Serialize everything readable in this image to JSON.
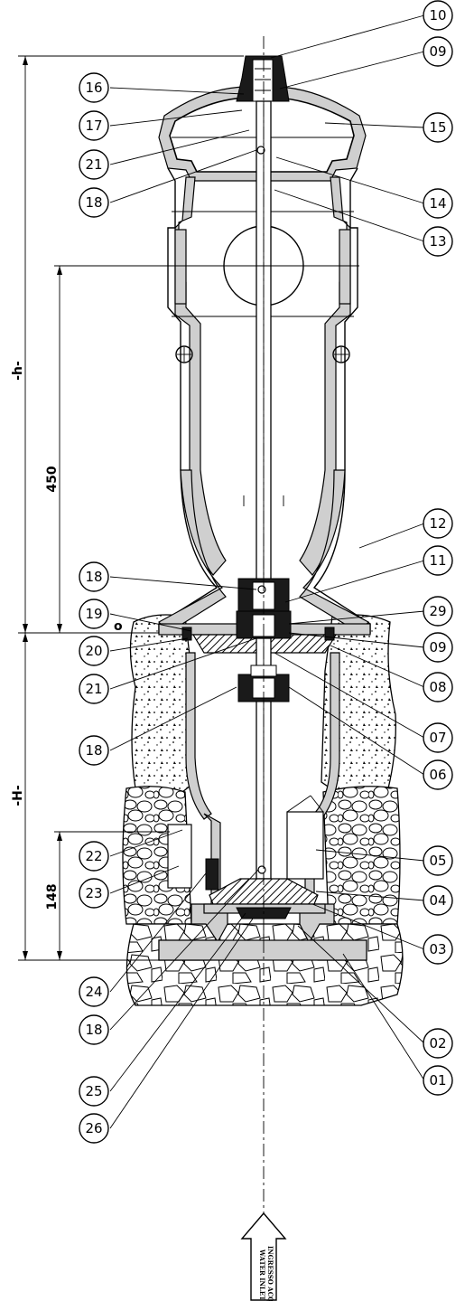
{
  "dimensions": {
    "total_above": "-h-",
    "total_below": "-H-",
    "upper_height": "450",
    "lower_height": "148",
    "ground_level": "o"
  },
  "inlet_arrow": {
    "line1": "INGRESSO ACQUA",
    "line2": "WATER INLET"
  },
  "callouts_right": [
    "10",
    "09",
    "15",
    "14",
    "13",
    "12",
    "11",
    "29",
    "09",
    "08",
    "07",
    "06",
    "05",
    "04",
    "03",
    "02",
    "01"
  ],
  "callouts_left": [
    "16",
    "17",
    "21",
    "18",
    "18",
    "19",
    "20",
    "21",
    "18",
    "22",
    "23",
    "24",
    "18",
    "25",
    "26"
  ],
  "colors": {
    "line": "#000000",
    "wall": "#cfcfcf",
    "background": "#ffffff"
  }
}
